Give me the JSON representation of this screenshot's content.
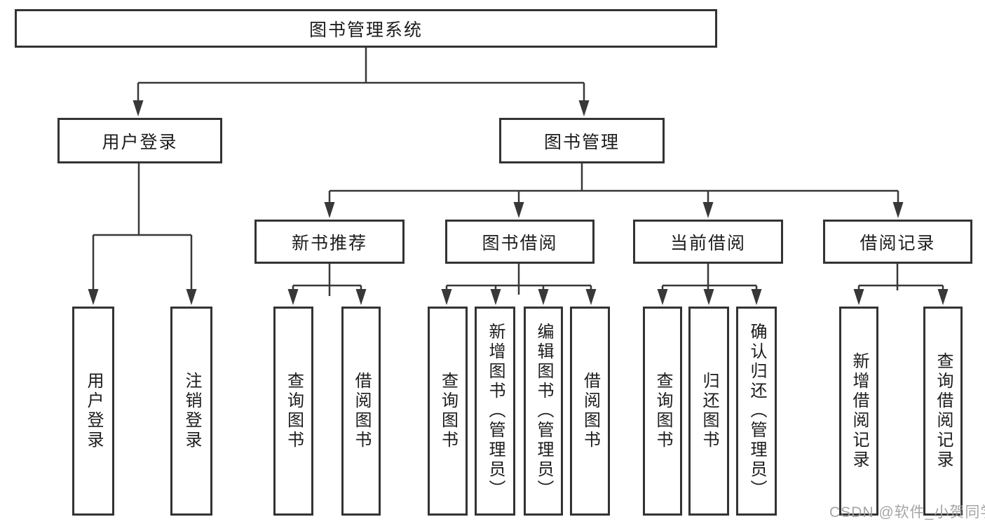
{
  "diagram": {
    "root": {
      "label": "图书管理系统"
    },
    "level2": [
      {
        "label": "用户登录"
      },
      {
        "label": "图书管理"
      }
    ],
    "level3": [
      {
        "label": "新书推荐"
      },
      {
        "label": "图书借阅"
      },
      {
        "label": "当前借阅"
      },
      {
        "label": "借阅记录"
      }
    ],
    "leaves": [
      {
        "label": "用户登录"
      },
      {
        "label": "注销登录"
      },
      {
        "label": "查询图书"
      },
      {
        "label": "借阅图书"
      },
      {
        "label": "查询图书"
      },
      {
        "label": "新增图书（管理员）"
      },
      {
        "label": "编辑图书（管理员）"
      },
      {
        "label": "借阅图书"
      },
      {
        "label": "查询图书"
      },
      {
        "label": "归还图书"
      },
      {
        "label": "确认归还（管理员）"
      },
      {
        "label": "新增借阅记录"
      },
      {
        "label": "查询借阅记录"
      }
    ],
    "colors": {
      "line": "#383838",
      "box_border": "#333333",
      "text": "#1c1c1c",
      "watermark": "#a0a0a0"
    },
    "watermark": {
      "text": "CSDN @软件_小贺同学"
    }
  }
}
